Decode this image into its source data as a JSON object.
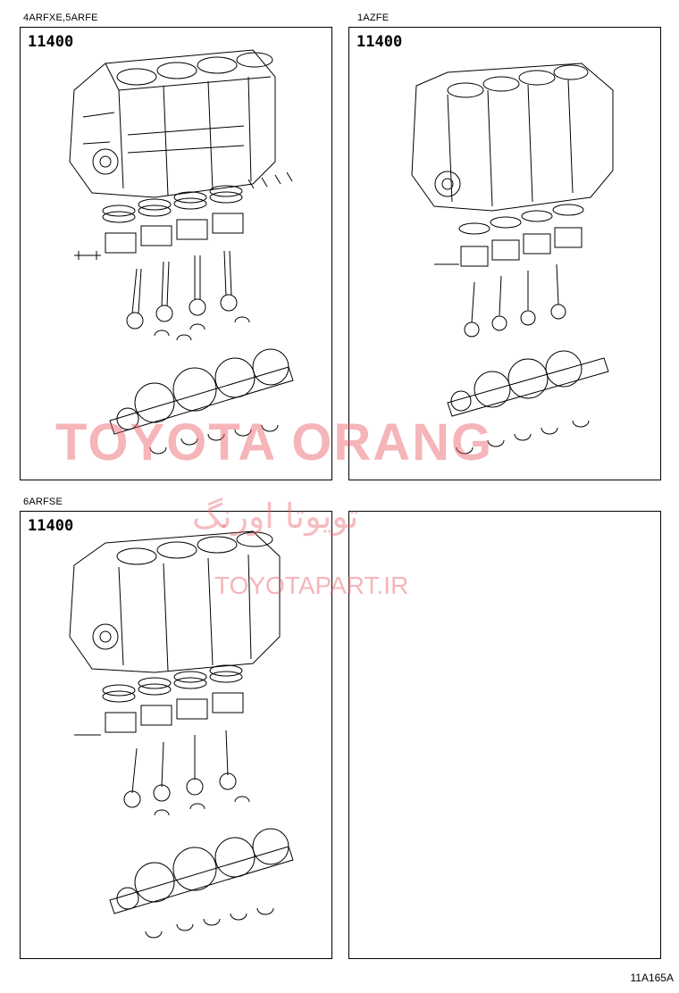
{
  "panels": [
    {
      "caption": "4ARFXE,5ARFE",
      "part_number": "11400"
    },
    {
      "caption": "1AZFE",
      "part_number": "11400"
    },
    {
      "caption": "6ARFSE",
      "part_number": "11400"
    },
    {
      "caption": "",
      "part_number": ""
    }
  ],
  "watermark": {
    "brand": "TOYOTA ORANG",
    "persian": "تویوتا اورنگ",
    "url": "TOYOTAPART.IR"
  },
  "figure_code": "11A165A",
  "colors": {
    "watermark": "#e85a64",
    "line": "#000000"
  }
}
